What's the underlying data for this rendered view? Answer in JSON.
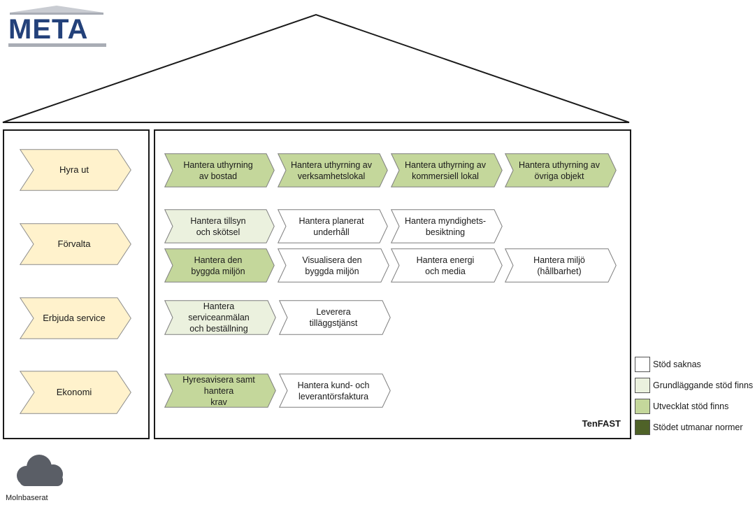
{
  "logo": {
    "text": "META"
  },
  "colors": {
    "none": "#ffffff",
    "basic": "#ebf1de",
    "developed": "#c4d79b",
    "challenges": "#4f6228",
    "process": "#fff2cc",
    "roof": "#1a1a1a",
    "cloud": "#5a5e66"
  },
  "processes": [
    {
      "id": "hyra-ut",
      "label": "Hyra ut"
    },
    {
      "id": "forvalta",
      "label": "Förvalta"
    },
    {
      "id": "erbjuda-service",
      "label": "Erbjuda service"
    },
    {
      "id": "ekonomi",
      "label": "Ekonomi"
    }
  ],
  "capabilities": [
    {
      "id": "c1",
      "label": "Hantera uthyrning\nav bostad",
      "support": "developed"
    },
    {
      "id": "c2",
      "label": "Hantera uthyrning av\nverksamhetslokal",
      "support": "developed"
    },
    {
      "id": "c3",
      "label": "Hantera uthyrning av\nkommersiell lokal",
      "support": "developed"
    },
    {
      "id": "c4",
      "label": "Hantera uthyrning av\növriga objekt",
      "support": "developed"
    },
    {
      "id": "c5",
      "label": "Hantera tillsyn\noch skötsel",
      "support": "basic"
    },
    {
      "id": "c6",
      "label": "Hantera planerat\nunderhåll",
      "support": "none"
    },
    {
      "id": "c7",
      "label": "Hantera myndighets-\nbesiktning",
      "support": "none"
    },
    {
      "id": "c8",
      "label": "Hantera den\nbyggda miljön",
      "support": "developed"
    },
    {
      "id": "c9",
      "label": "Visualisera den\nbyggda miljön",
      "support": "none"
    },
    {
      "id": "c10",
      "label": "Hantera energi\noch media",
      "support": "none"
    },
    {
      "id": "c11",
      "label": "Hantera miljö\n(hållbarhet)",
      "support": "none"
    },
    {
      "id": "c12",
      "label": "Hantera serviceanmälan\noch beställning",
      "support": "basic"
    },
    {
      "id": "c13",
      "label": "Leverera\ntilläggstjänst",
      "support": "none"
    },
    {
      "id": "c14",
      "label": "Hyresavisera samt hantera\nkrav",
      "support": "developed"
    },
    {
      "id": "c15",
      "label": "Hantera kund- och\nleverantörsfaktura",
      "support": "none"
    }
  ],
  "brand": "TenFAST",
  "legend": [
    {
      "key": "none",
      "label": "Stöd saknas"
    },
    {
      "key": "basic",
      "label": "Grundläggande stöd finns"
    },
    {
      "key": "developed",
      "label": "Utvecklat stöd finns"
    },
    {
      "key": "challenges",
      "label": "Stödet utmanar normer"
    }
  ],
  "cloud": {
    "label": "Molnbaserat"
  }
}
